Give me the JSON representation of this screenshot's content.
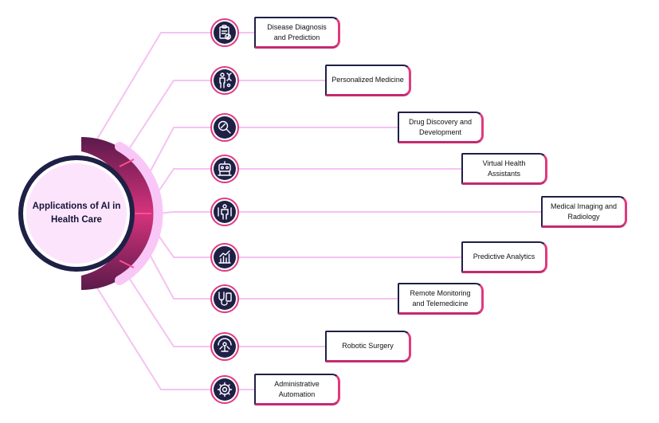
{
  "hub": {
    "title": "Applications of AI in Health Care"
  },
  "colors": {
    "navy": "#1f2046",
    "pink": "#e0397e",
    "line": "#f5c2f2",
    "hubFill": "#fde4fd",
    "magenta": "#b5327a"
  },
  "items": [
    {
      "label": "Disease Diagnosis and Prediction",
      "icon": "clipboard-check-icon"
    },
    {
      "label": "Personalized Medicine",
      "icon": "person-dna-icon"
    },
    {
      "label": "Drug Discovery and Development",
      "icon": "magnifier-pill-icon"
    },
    {
      "label": "Virtual Health Assistants",
      "icon": "robot-assistant-icon"
    },
    {
      "label": "Medical Imaging and Radiology",
      "icon": "body-scan-icon"
    },
    {
      "label": "Predictive Analytics",
      "icon": "bar-chart-icon"
    },
    {
      "label": "Remote Monitoring and Telemedicine",
      "icon": "stethoscope-phone-icon"
    },
    {
      "label": "Robotic Surgery",
      "icon": "robotic-arm-icon"
    },
    {
      "label": "Administrative Automation",
      "icon": "gear-icon"
    }
  ]
}
